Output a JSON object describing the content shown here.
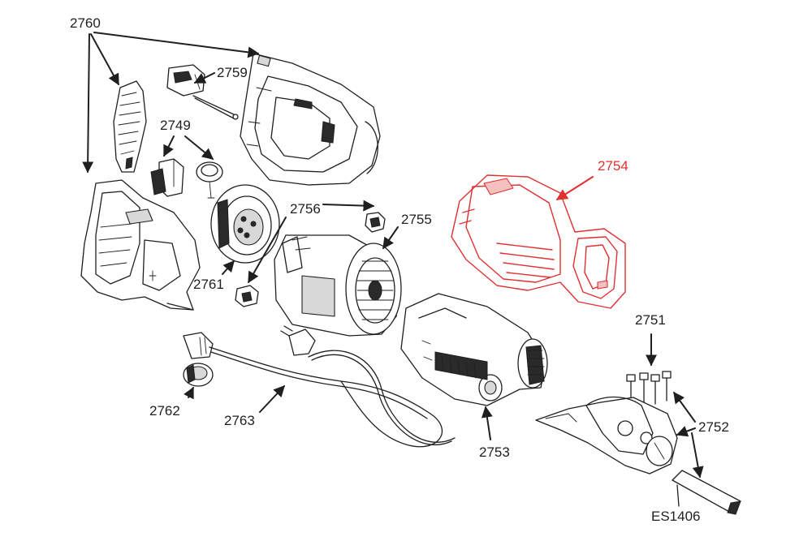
{
  "colors": {
    "line": "#1f1f1f",
    "highlight": "#e03030",
    "background": "#ffffff"
  },
  "parts": [
    {
      "id": "p2760",
      "label": "2760",
      "highlight": false
    },
    {
      "id": "p2759",
      "label": "2759",
      "highlight": false
    },
    {
      "id": "p2749",
      "label": "2749",
      "highlight": false
    },
    {
      "id": "p2756",
      "label": "2756",
      "highlight": false
    },
    {
      "id": "p2755",
      "label": "2755",
      "highlight": false
    },
    {
      "id": "p2754",
      "label": "2754",
      "highlight": true
    },
    {
      "id": "p2761",
      "label": "2761",
      "highlight": false
    },
    {
      "id": "p2751",
      "label": "2751",
      "highlight": false
    },
    {
      "id": "p2762",
      "label": "2762",
      "highlight": false
    },
    {
      "id": "p2763",
      "label": "2763",
      "highlight": false
    },
    {
      "id": "p2752",
      "label": "2752",
      "highlight": false
    },
    {
      "id": "p2753",
      "label": "2753",
      "highlight": false
    },
    {
      "id": "pES1406",
      "label": "ES1406",
      "highlight": false
    }
  ]
}
